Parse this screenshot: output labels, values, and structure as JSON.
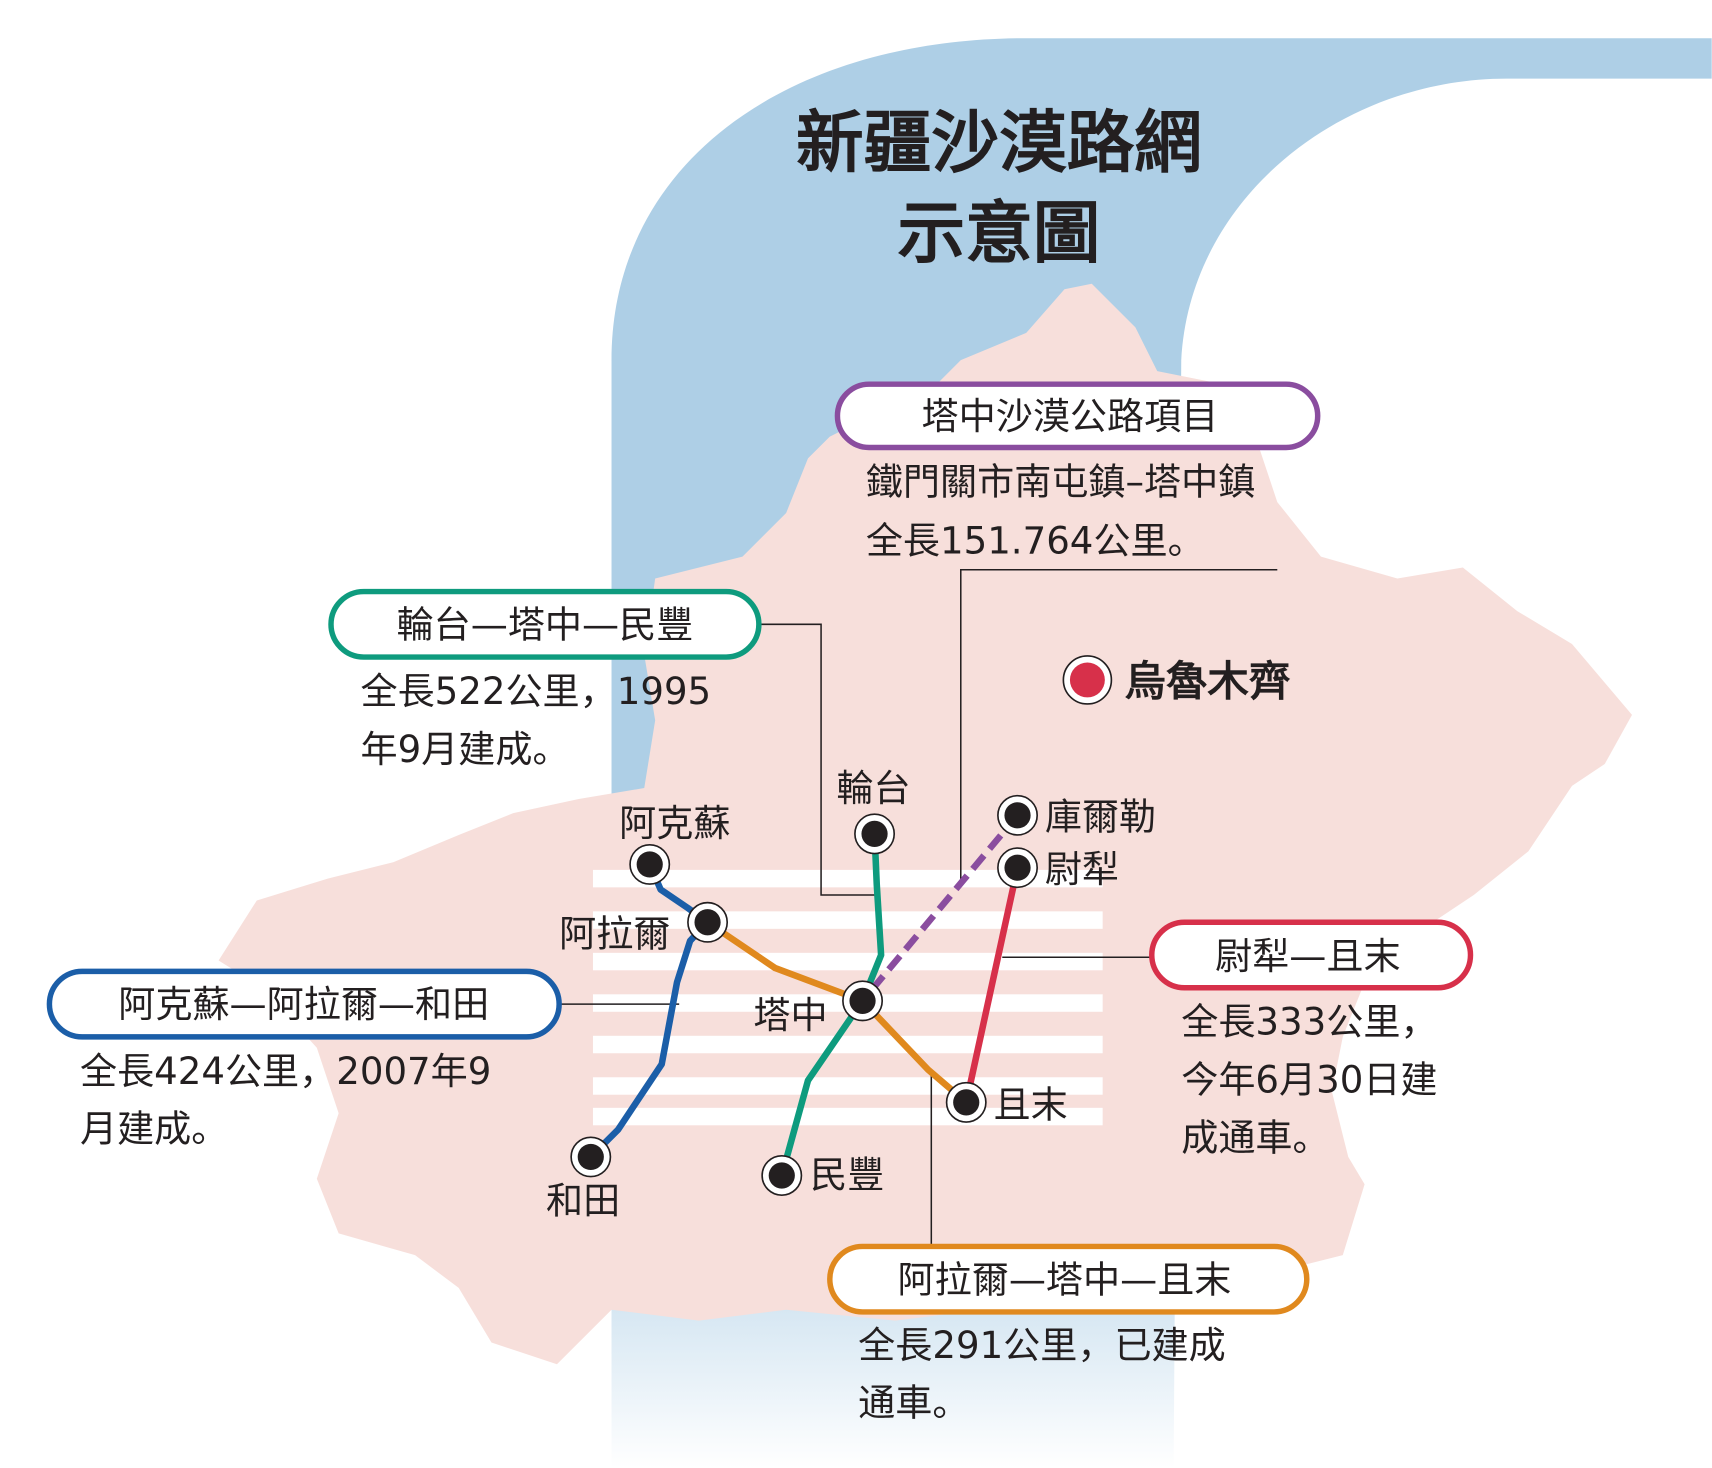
{
  "title": {
    "line1": "新疆沙漠路網",
    "line2": "示意圖"
  },
  "capital": {
    "name": "烏魯木齊",
    "color": "#d7304a"
  },
  "colors": {
    "water": "#aecfe6",
    "land": "#f7dfdb",
    "blue": "#1b5ea8",
    "orange": "#e0891e",
    "green": "#0e9b7e",
    "purple": "#8a4d9f",
    "red": "#d7304a"
  },
  "stations": {
    "akesu": "阿克蘇",
    "alaer": "阿拉爾",
    "tazhong": "塔中",
    "hetian": "和田",
    "minfeng": "民豐",
    "luntai": "輪台",
    "kuerle": "庫爾勒",
    "yuli": "尉犁",
    "qiemo": "且末"
  },
  "callouts": {
    "tazhong_project": {
      "label": "塔中沙漠公路項目",
      "lines": [
        "鐵門關市南屯鎮–塔中鎮",
        "全長151.764公里。"
      ]
    },
    "luntai_minfeng": {
      "label": "輪台—塔中—民豐",
      "lines": [
        "全長522公里，1995",
        "年9月建成。"
      ]
    },
    "akesu_hetian": {
      "label": "阿克蘇—阿拉爾—和田",
      "lines": [
        "全長424公里，2007年9",
        "月建成。"
      ]
    },
    "yuli_qiemo": {
      "label": "尉犁—且末",
      "lines": [
        "全長333公里，",
        "今年6月30日建",
        "成通車。"
      ]
    },
    "alaer_qiemo": {
      "label": "阿拉爾—塔中—且末",
      "lines": [
        "全長291公里，已建成",
        "通車。"
      ]
    }
  }
}
